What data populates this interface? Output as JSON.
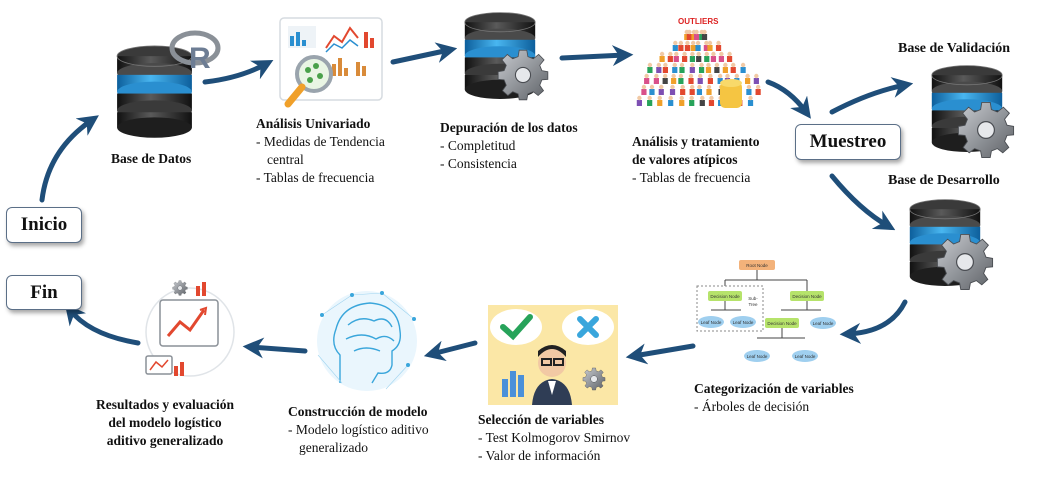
{
  "start_label": "Inicio",
  "end_label": "Fin",
  "muestreo_label": "Muestreo",
  "base_datos": "Base de Datos",
  "r_logo_letter": "R",
  "univariado": {
    "title": "Análisis Univariado",
    "items": [
      "- Medidas de Tendencia",
      "central",
      "- Tablas de frecuencia"
    ]
  },
  "depuracion": {
    "title": "Depuración de los datos",
    "items": [
      "- Completitud",
      "- Consistencia"
    ]
  },
  "atipicos": {
    "title": [
      "Análisis y tratamiento",
      "de valores atípicos"
    ],
    "items": [
      "- Tablas de frecuencia"
    ],
    "image_label": "OUTLIERS"
  },
  "validacion": "Base de Validación",
  "desarrollo": "Base de Desarrollo",
  "categorizacion": {
    "title": "Categorización de variables",
    "items": [
      "- Árboles de decisión"
    ],
    "tree": {
      "root": "Root Node",
      "decision": "Decision Node",
      "leaf": "Leaf Node",
      "sub": [
        "Sub-",
        "Tree"
      ]
    }
  },
  "seleccion": {
    "title": "Selección de variables",
    "items": [
      "- Test Kolmogorov Smirnov",
      "- Valor de información"
    ]
  },
  "construccion": {
    "title": "Construcción de modelo",
    "items": [
      "- Modelo logístico aditivo",
      "generalizado"
    ]
  },
  "resultados": {
    "title": [
      "Resultados y evaluación",
      "del modelo logístico",
      "aditivo generalizado"
    ]
  },
  "colors": {
    "arrow": "#1f4e79",
    "db_blue": "#2a8fd0",
    "db_dark": "#2b2b2b",
    "gear": "#8a8f96"
  }
}
